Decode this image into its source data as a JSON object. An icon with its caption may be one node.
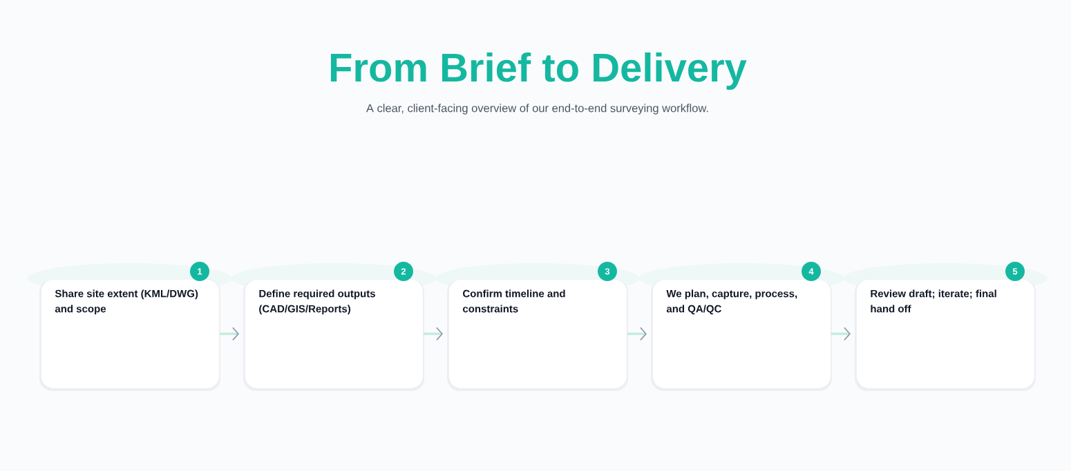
{
  "diagram": {
    "title": "From Brief to Delivery",
    "nodes": [
      {
        "text": [
          "Share site extent (KML/DWG) and scope"
        ],
        "beside": [
          "1"
        ]
      },
      {
        "text": [
          "Define required outputs (CAD/GIS/Reports)"
        ],
        "beside": [
          "2"
        ]
      },
      {
        "text": [
          "Confirm timeline and constraints"
        ],
        "beside": [
          "3"
        ]
      },
      {
        "text": [
          "We plan, capture, process, and QA/QC"
        ],
        "beside": [
          "4"
        ]
      },
      {
        "text": [
          "Review draft; iterate; final hand off"
        ],
        "beside": [
          "5"
        ]
      }
    ],
    "edges": [
      {
        "from": 0,
        "to": 1,
        "arrow": "to"
      },
      {
        "from": 1,
        "to": 2,
        "arrow": "to"
      },
      {
        "from": 2,
        "to": 3,
        "arrow": "to"
      },
      {
        "from": 3,
        "to": 4,
        "arrow": "to"
      }
    ],
    "labels": [
      "A clear, client-facing overview of our end-to-end surveying workflow."
    ]
  }
}
